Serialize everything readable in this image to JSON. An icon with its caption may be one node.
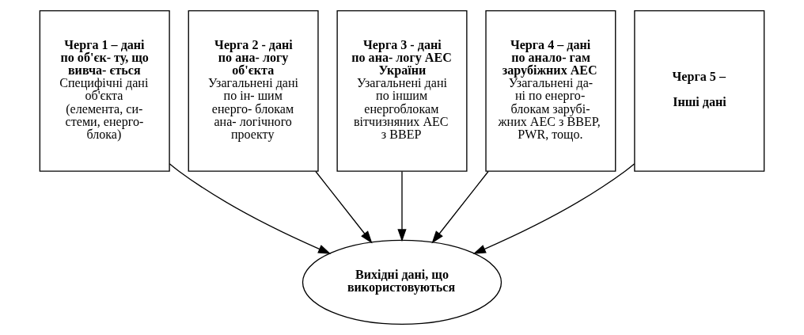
{
  "diagram": {
    "nodes": [
      {
        "text": [
          "Черга 1 – дані по об'єк- ту, що вивча- ється",
          "Специфічні дані об'єкта (елемента, си- стеми, енерго- блока)"
        ]
      },
      {
        "text": [
          "Черга 2 - дані по ана- логу об'єкта",
          "Узагальнені дані по ін- шим енерго- блокам ана- логічного проекту"
        ]
      },
      {
        "text": [
          "Черга 3 - дані по ана- логу АЕС України",
          "Узагальнені дані по іншим енергоблокам вітчизняних АЕС з ВВЕР"
        ]
      },
      {
        "text": [
          "Черга 4 – дані по анало- гам зарубіжних АЕС",
          "Узагальнені да- ні по енерго- блокам зарубі- жних АЕС з ВВЕР, PWR, тощо."
        ]
      },
      {
        "text": [
          "Черга 5 –",
          "Інші дані"
        ]
      },
      {
        "text": [
          "Вихідні дані, що використовуються"
        ]
      }
    ],
    "edges": [
      {
        "from": 0,
        "to": 5,
        "arrow": "to"
      },
      {
        "from": 1,
        "to": 5,
        "arrow": "to"
      },
      {
        "from": 2,
        "to": 5,
        "arrow": "to"
      },
      {
        "from": 3,
        "to": 5,
        "arrow": "to"
      },
      {
        "from": 4,
        "to": 5,
        "arrow": "to"
      }
    ]
  }
}
